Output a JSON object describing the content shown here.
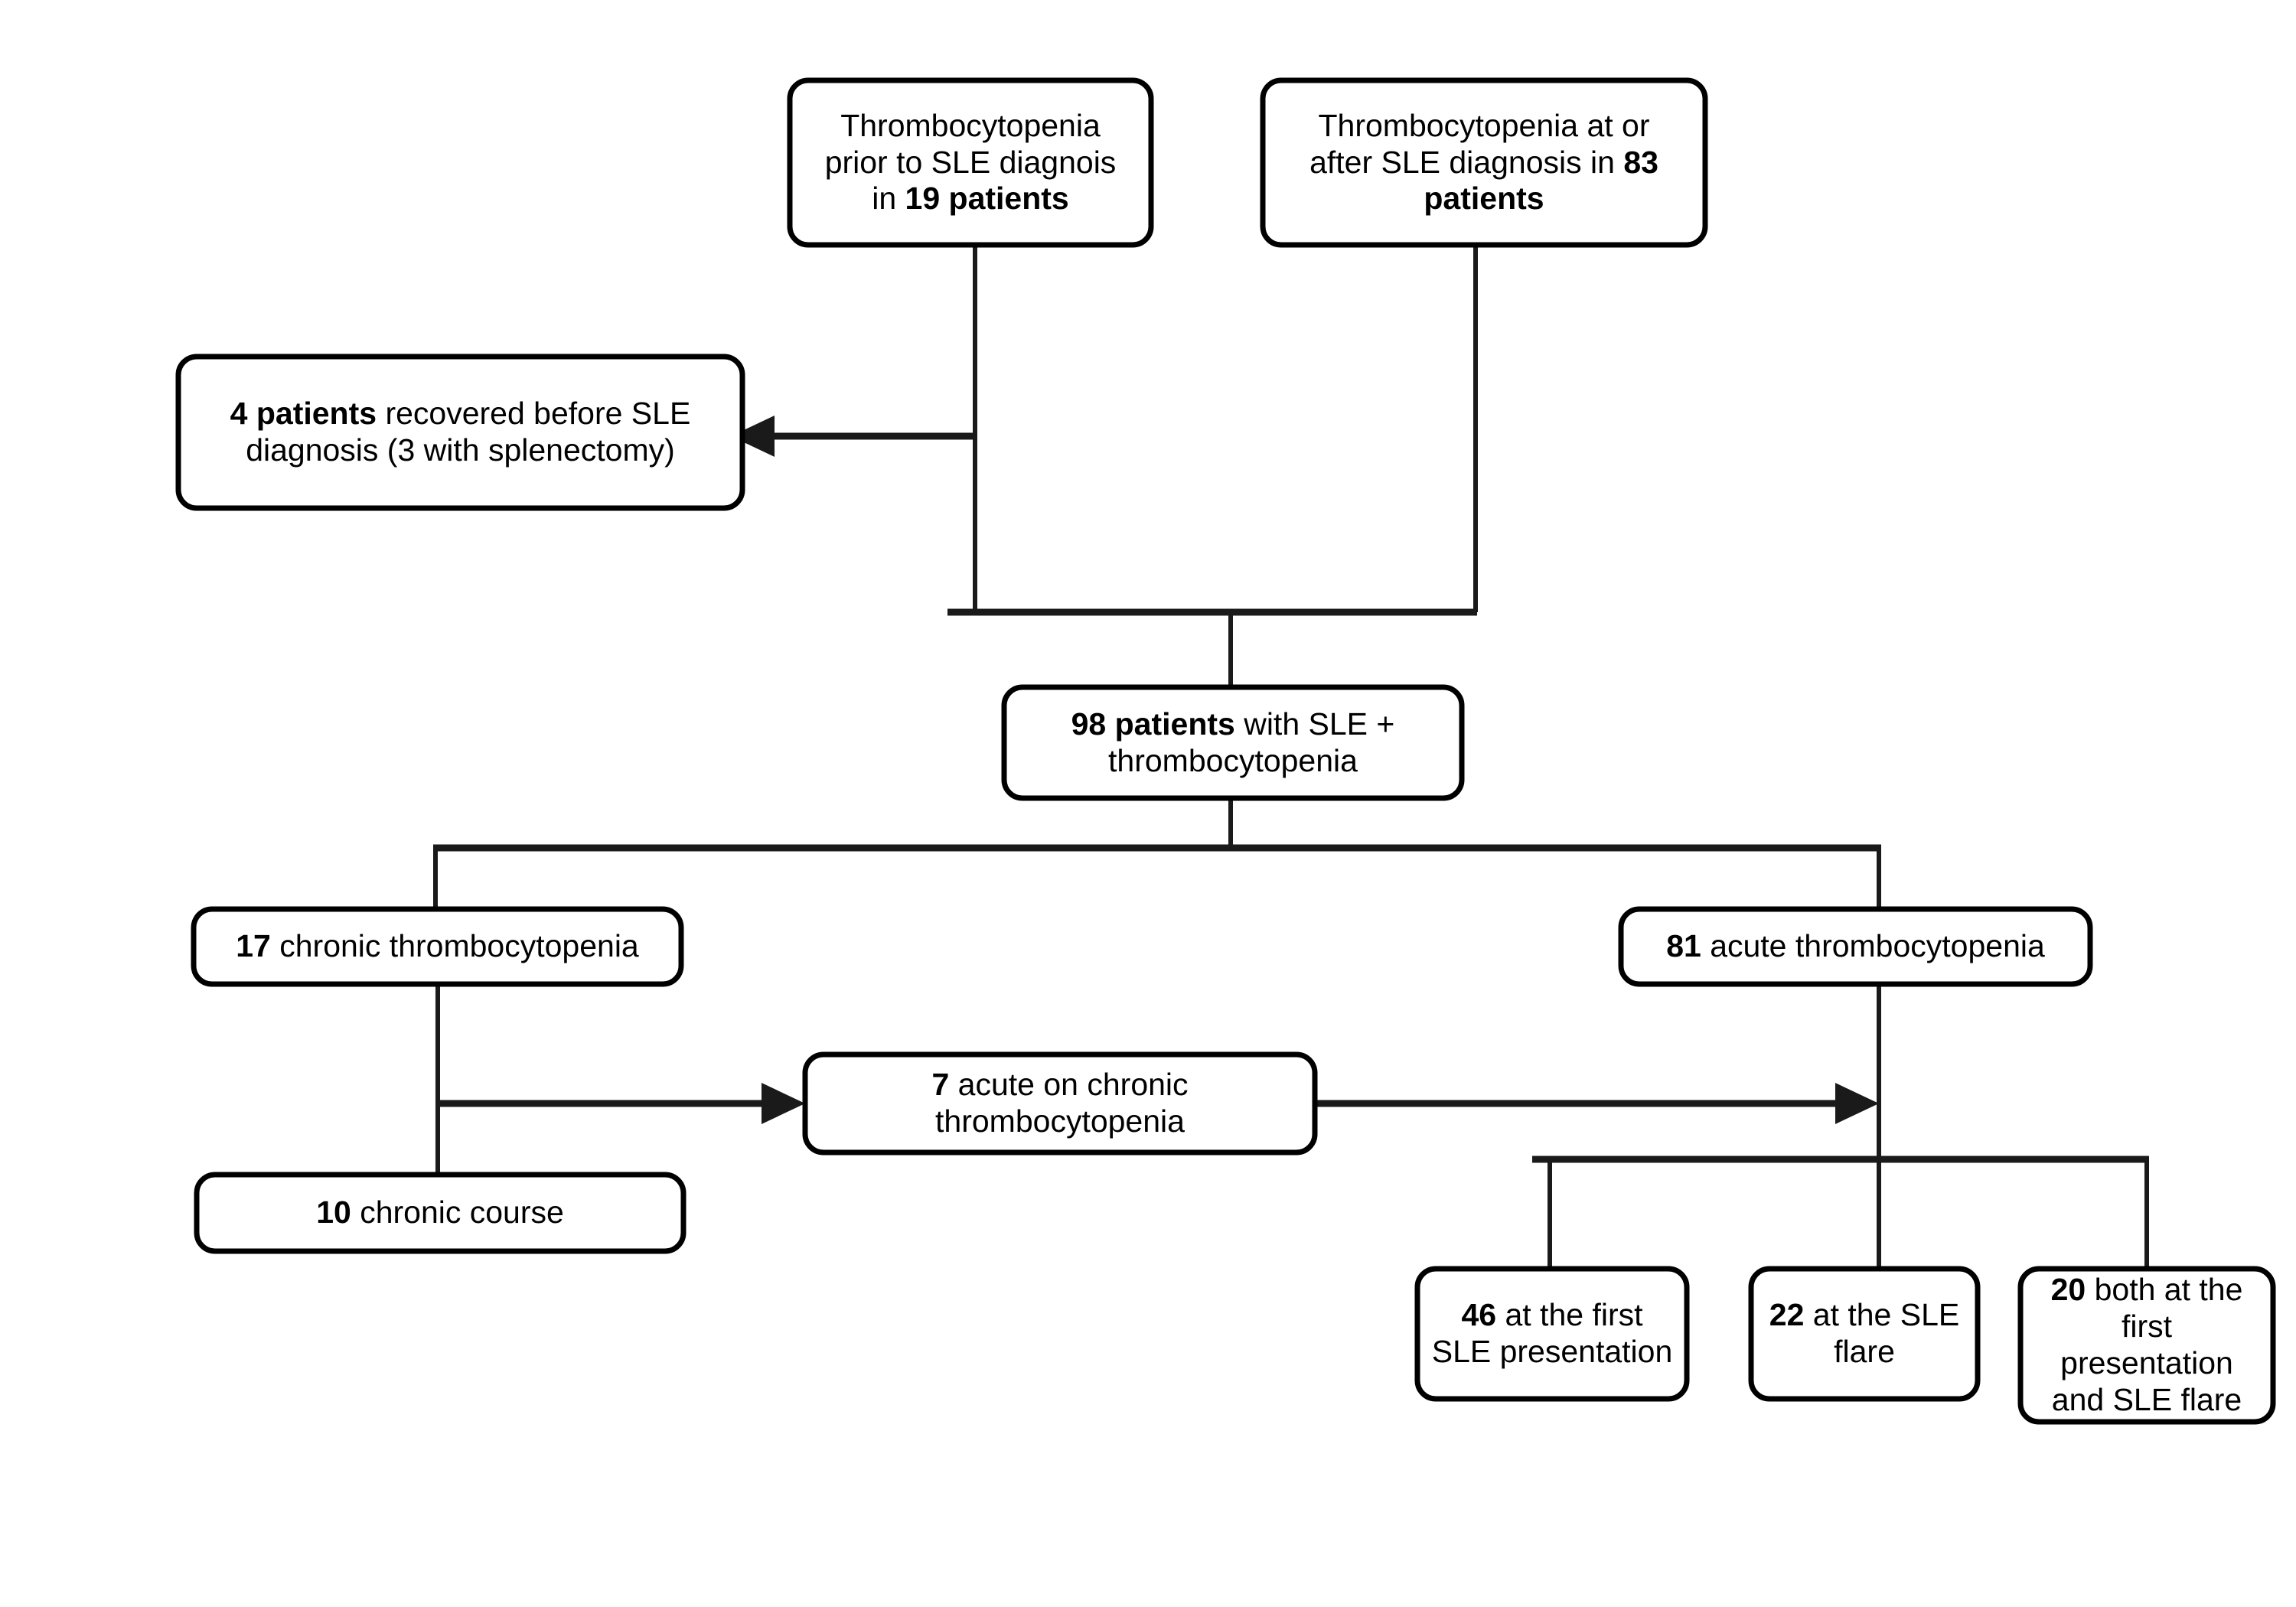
{
  "diagram": {
    "title": "SLE thrombocytopenia patient flow diagram",
    "colors": {
      "box_stroke": "#000000",
      "connector": "#1a1a1a",
      "box_fill": "#ffffff",
      "text": "#000000",
      "background": "#ffffff"
    },
    "nodes": [
      {
        "id": "tcp-prior",
        "name": "thrombocytopenia-prior-box",
        "text_plain": "Thrombocytopenia prior to SLE diagnois in 19 patients",
        "lines": [
          [
            {
              "t": "Thrombocytopenia",
              "b": false
            }
          ],
          [
            {
              "t": "prior to SLE diagnois",
              "b": false
            }
          ],
          [
            {
              "t": "in ",
              "b": false
            },
            {
              "t": "19 patients",
              "b": true
            }
          ]
        ],
        "count": 19
      },
      {
        "id": "tcp-at-after",
        "name": "thrombocytopenia-at-or-after-box",
        "text_plain": "Thrombocytopenia at or after SLE diagnosis in 83 patients",
        "lines": [
          [
            {
              "t": "Thrombocytopenia at or",
              "b": false
            }
          ],
          [
            {
              "t": "after SLE diagnosis in ",
              "b": false
            },
            {
              "t": "83",
              "b": true
            }
          ],
          [
            {
              "t": "patients",
              "b": true
            }
          ]
        ],
        "count": 83
      },
      {
        "id": "recovered",
        "name": "recovered-before-diagnosis-box",
        "text_plain": "4 patients recovered before SLE diagnosis (3 with splenectomy)",
        "lines": [
          [
            {
              "t": "4 patients",
              "b": true
            },
            {
              "t": " recovered before SLE",
              "b": false
            }
          ],
          [
            {
              "t": "diagnosis (3 with splenectomy)",
              "b": false
            }
          ]
        ],
        "count": 4
      },
      {
        "id": "total-98",
        "name": "total-patients-box",
        "text_plain": "98 patients with SLE + thrombocytopenia",
        "lines": [
          [
            {
              "t": "98 patients",
              "b": true
            },
            {
              "t": " with SLE +",
              "b": false
            }
          ],
          [
            {
              "t": "thrombocytopenia",
              "b": false
            }
          ]
        ],
        "count": 98
      },
      {
        "id": "chronic-17",
        "name": "chronic-thrombocytopenia-box",
        "text_plain": "17 chronic thrombocytopenia",
        "lines": [
          [
            {
              "t": "17",
              "b": true
            },
            {
              "t": " chronic thrombocytopenia",
              "b": false
            }
          ]
        ],
        "count": 17
      },
      {
        "id": "acute-81",
        "name": "acute-thrombocytopenia-box",
        "text_plain": "81  acute thrombocytopenia",
        "lines": [
          [
            {
              "t": "81",
              "b": true
            },
            {
              "t": "  acute thrombocytopenia",
              "b": false
            }
          ]
        ],
        "count": 81
      },
      {
        "id": "acute-on-chronic-7",
        "name": "acute-on-chronic-box",
        "text_plain": "7 acute on chronic thrombocytopenia",
        "lines": [
          [
            {
              "t": "7",
              "b": true
            },
            {
              "t": " acute on chronic",
              "b": false
            }
          ],
          [
            {
              "t": "thrombocytopenia",
              "b": false
            }
          ]
        ],
        "count": 7
      },
      {
        "id": "chronic-course-10",
        "name": "chronic-course-box",
        "text_plain": "10 chronic course",
        "lines": [
          [
            {
              "t": "10",
              "b": true
            },
            {
              "t": " chronic course",
              "b": false
            }
          ]
        ],
        "count": 10
      },
      {
        "id": "first-presentation-46",
        "name": "first-sle-presentation-box",
        "text_plain": "46 at the first SLE presentation",
        "lines": [
          [
            {
              "t": "46",
              "b": true
            },
            {
              "t": " at the first",
              "b": false
            }
          ],
          [
            {
              "t": "SLE presentation",
              "b": false
            }
          ]
        ],
        "count": 46
      },
      {
        "id": "sle-flare-22",
        "name": "sle-flare-box",
        "text_plain": "22 at the SLE flare",
        "lines": [
          [
            {
              "t": "22",
              "b": true
            },
            {
              "t": " at the SLE",
              "b": false
            }
          ],
          [
            {
              "t": "flare",
              "b": false
            }
          ]
        ],
        "count": 22
      },
      {
        "id": "both-20",
        "name": "both-presentation-and-flare-box",
        "text_plain": "20 both at the first presentation and SLE flare",
        "lines": [
          [
            {
              "t": "20",
              "b": true
            },
            {
              "t": " both at the",
              "b": false
            }
          ],
          [
            {
              "t": "first presentation",
              "b": false
            }
          ],
          [
            {
              "t": "and SLE flare",
              "b": false
            }
          ]
        ],
        "count": 20
      }
    ],
    "edges": [
      {
        "name": "edge-prior-to-recovered",
        "from": "tcp-prior",
        "to": "recovered",
        "arrow": true
      },
      {
        "name": "edge-prior-to-total",
        "from": "tcp-prior",
        "to": "total-98",
        "arrow": false
      },
      {
        "name": "edge-at-after-to-total",
        "from": "tcp-at-after",
        "to": "total-98",
        "arrow": false
      },
      {
        "name": "edge-total-to-chronic",
        "from": "total-98",
        "to": "chronic-17",
        "arrow": false
      },
      {
        "name": "edge-total-to-acute",
        "from": "total-98",
        "to": "acute-81",
        "arrow": false
      },
      {
        "name": "edge-chronic-to-chronic-course",
        "from": "chronic-17",
        "to": "chronic-course-10",
        "arrow": false
      },
      {
        "name": "edge-chronic-to-acute-on-chronic",
        "from": "chronic-17",
        "to": "acute-on-chronic-7",
        "arrow": true
      },
      {
        "name": "edge-acute-on-chronic-to-acute",
        "from": "acute-on-chronic-7",
        "to": "acute-81",
        "arrow": true
      },
      {
        "name": "edge-acute-to-first-presentation",
        "from": "acute-81",
        "to": "first-presentation-46",
        "arrow": false
      },
      {
        "name": "edge-acute-to-flare",
        "from": "acute-81",
        "to": "sle-flare-22",
        "arrow": false
      },
      {
        "name": "edge-acute-to-both",
        "from": "acute-81",
        "to": "both-20",
        "arrow": false
      }
    ]
  }
}
